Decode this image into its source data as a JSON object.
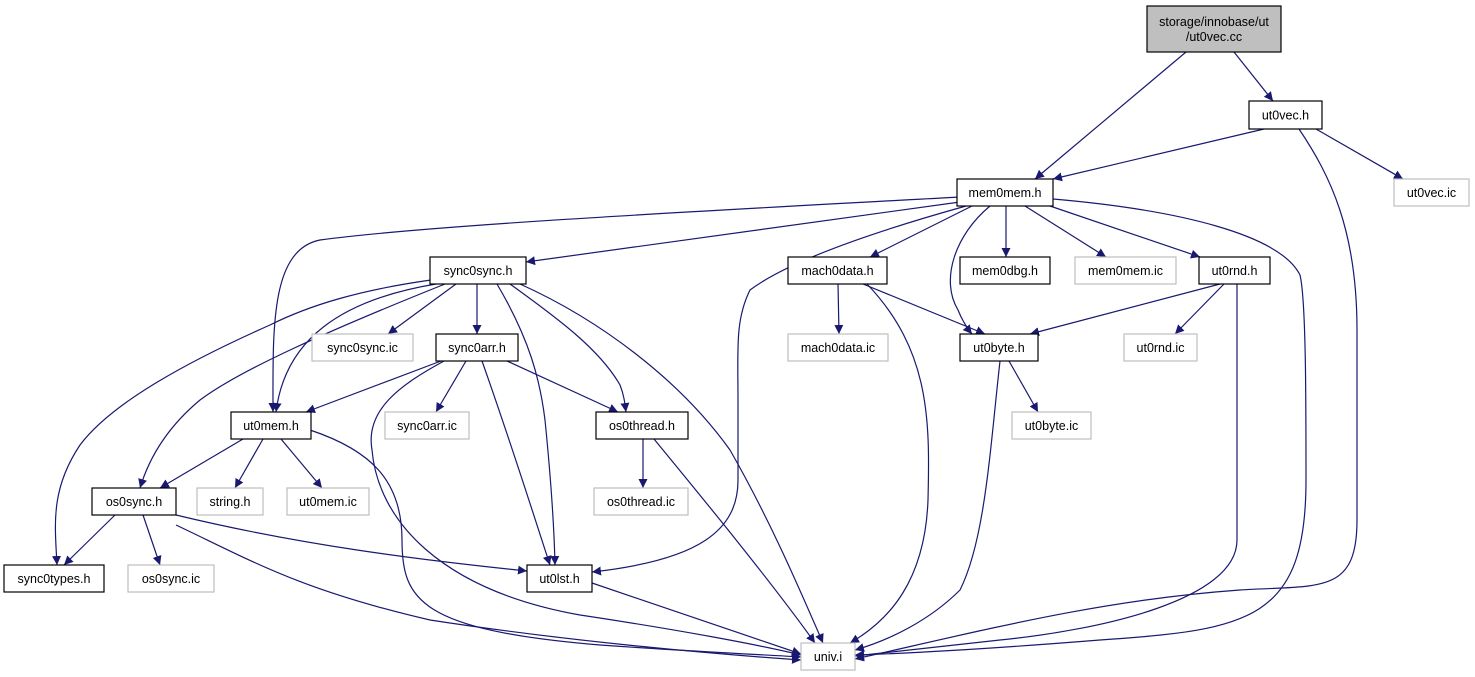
{
  "colors": {
    "edge": "#191970",
    "root_fill": "#bfbfbf",
    "local_border": "#000000",
    "external_border": "#bfbfbf",
    "text": "#000000",
    "external_text": "#6b6b6b"
  },
  "nodes": [
    {
      "id": "root",
      "label_lines": [
        "storage/innobase/ut",
        "/ut0vec.cc"
      ],
      "kind": "root"
    },
    {
      "id": "ut0vec_h",
      "label_lines": [
        "ut0vec.h"
      ],
      "kind": "local"
    },
    {
      "id": "mem0mem_h",
      "label_lines": [
        "mem0mem.h"
      ],
      "kind": "local"
    },
    {
      "id": "ut0vec_ic",
      "label_lines": [
        "ut0vec.ic"
      ],
      "kind": "external"
    },
    {
      "id": "sync0sync_h",
      "label_lines": [
        "sync0sync.h"
      ],
      "kind": "local"
    },
    {
      "id": "mach0data_h",
      "label_lines": [
        "mach0data.h"
      ],
      "kind": "local"
    },
    {
      "id": "mem0dbg_h",
      "label_lines": [
        "mem0dbg.h"
      ],
      "kind": "local"
    },
    {
      "id": "mem0mem_ic",
      "label_lines": [
        "mem0mem.ic"
      ],
      "kind": "external"
    },
    {
      "id": "ut0rnd_h",
      "label_lines": [
        "ut0rnd.h"
      ],
      "kind": "local"
    },
    {
      "id": "sync0sync_ic",
      "label_lines": [
        "sync0sync.ic"
      ],
      "kind": "external"
    },
    {
      "id": "sync0arr_h",
      "label_lines": [
        "sync0arr.h"
      ],
      "kind": "local"
    },
    {
      "id": "mach0data_ic",
      "label_lines": [
        "mach0data.ic"
      ],
      "kind": "external"
    },
    {
      "id": "ut0byte_h",
      "label_lines": [
        "ut0byte.h"
      ],
      "kind": "local"
    },
    {
      "id": "ut0rnd_ic",
      "label_lines": [
        "ut0rnd.ic"
      ],
      "kind": "external"
    },
    {
      "id": "ut0mem_h",
      "label_lines": [
        "ut0mem.h"
      ],
      "kind": "local"
    },
    {
      "id": "sync0arr_ic",
      "label_lines": [
        "sync0arr.ic"
      ],
      "kind": "external"
    },
    {
      "id": "os0thread_h",
      "label_lines": [
        "os0thread.h"
      ],
      "kind": "local"
    },
    {
      "id": "ut0byte_ic",
      "label_lines": [
        "ut0byte.ic"
      ],
      "kind": "external"
    },
    {
      "id": "os0sync_h",
      "label_lines": [
        "os0sync.h"
      ],
      "kind": "local"
    },
    {
      "id": "string_h",
      "label_lines": [
        "string.h"
      ],
      "kind": "external"
    },
    {
      "id": "ut0mem_ic",
      "label_lines": [
        "ut0mem.ic"
      ],
      "kind": "external"
    },
    {
      "id": "os0thread_ic",
      "label_lines": [
        "os0thread.ic"
      ],
      "kind": "external"
    },
    {
      "id": "sync0types_h",
      "label_lines": [
        "sync0types.h"
      ],
      "kind": "local"
    },
    {
      "id": "os0sync_ic",
      "label_lines": [
        "os0sync.ic"
      ],
      "kind": "external"
    },
    {
      "id": "ut0lst_h",
      "label_lines": [
        "ut0lst.h"
      ],
      "kind": "local"
    },
    {
      "id": "univ_i",
      "label_lines": [
        "univ.i"
      ],
      "kind": "external"
    }
  ],
  "edges": [
    [
      "root",
      "mem0mem_h"
    ],
    [
      "root",
      "ut0vec_h"
    ],
    [
      "ut0vec_h",
      "mem0mem_h"
    ],
    [
      "ut0vec_h",
      "ut0vec_ic"
    ],
    [
      "ut0vec_h",
      "univ_i"
    ],
    [
      "mem0mem_h",
      "ut0mem_h"
    ],
    [
      "mem0mem_h",
      "sync0sync_h"
    ],
    [
      "mem0mem_h",
      "ut0lst_h"
    ],
    [
      "mem0mem_h",
      "mach0data_h"
    ],
    [
      "mem0mem_h",
      "ut0byte_h"
    ],
    [
      "mem0mem_h",
      "mem0dbg_h"
    ],
    [
      "mem0mem_h",
      "mem0mem_ic"
    ],
    [
      "mem0mem_h",
      "ut0rnd_h"
    ],
    [
      "mem0mem_h",
      "univ_i"
    ],
    [
      "sync0sync_h",
      "sync0types_h"
    ],
    [
      "sync0sync_h",
      "ut0mem_h"
    ],
    [
      "sync0sync_h",
      "os0sync_h"
    ],
    [
      "sync0sync_h",
      "sync0sync_ic"
    ],
    [
      "sync0sync_h",
      "sync0arr_h"
    ],
    [
      "sync0sync_h",
      "ut0lst_h"
    ],
    [
      "sync0sync_h",
      "os0thread_h"
    ],
    [
      "sync0sync_h",
      "univ_i"
    ],
    [
      "sync0arr_h",
      "ut0mem_h"
    ],
    [
      "sync0arr_h",
      "sync0arr_ic"
    ],
    [
      "sync0arr_h",
      "os0thread_h"
    ],
    [
      "sync0arr_h",
      "ut0lst_h"
    ],
    [
      "sync0arr_h",
      "univ_i"
    ],
    [
      "mach0data_h",
      "mach0data_ic"
    ],
    [
      "mach0data_h",
      "ut0byte_h"
    ],
    [
      "mach0data_h",
      "univ_i"
    ],
    [
      "ut0rnd_h",
      "ut0byte_h"
    ],
    [
      "ut0rnd_h",
      "ut0rnd_ic"
    ],
    [
      "ut0rnd_h",
      "univ_i"
    ],
    [
      "ut0byte_h",
      "ut0byte_ic"
    ],
    [
      "ut0byte_h",
      "univ_i"
    ],
    [
      "ut0mem_h",
      "os0sync_h"
    ],
    [
      "ut0mem_h",
      "string_h"
    ],
    [
      "ut0mem_h",
      "ut0mem_ic"
    ],
    [
      "ut0mem_h",
      "univ_i"
    ],
    [
      "os0thread_h",
      "os0thread_ic"
    ],
    [
      "os0thread_h",
      "univ_i"
    ],
    [
      "os0sync_h",
      "sync0types_h"
    ],
    [
      "os0sync_h",
      "os0sync_ic"
    ],
    [
      "os0sync_h",
      "ut0lst_h"
    ],
    [
      "os0sync_h",
      "univ_i"
    ],
    [
      "ut0lst_h",
      "univ_i"
    ]
  ]
}
